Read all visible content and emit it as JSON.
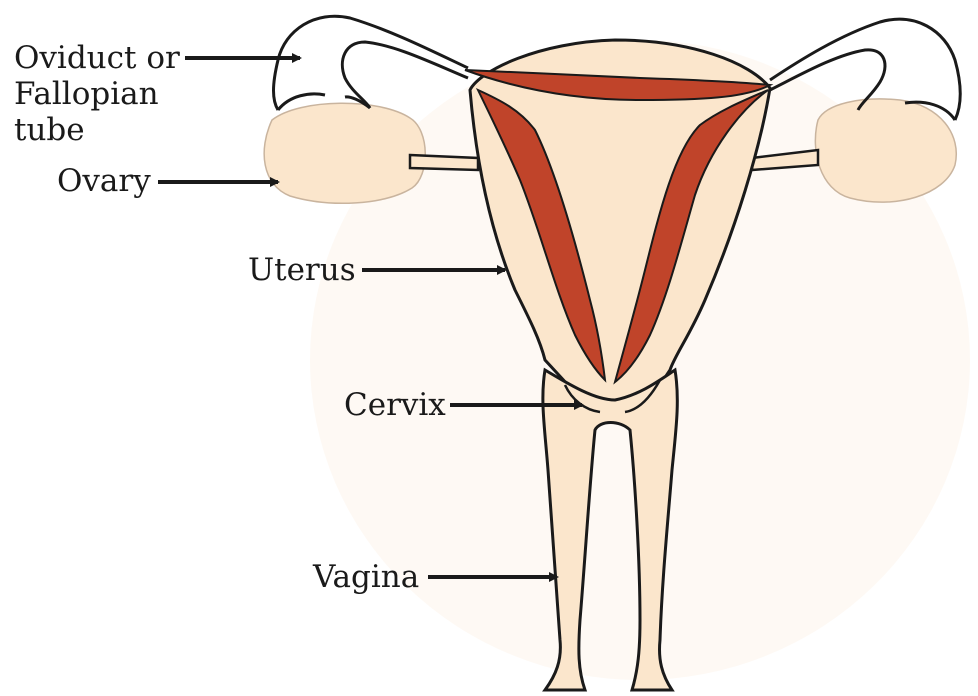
{
  "labels": {
    "oviduct": [
      "Oviduct or",
      "Fallopian",
      "tube"
    ],
    "ovary": "Ovary",
    "uterus": "Uterus",
    "cervix": "Cervix",
    "vagina": "Vagina"
  },
  "colors": {
    "tissue": "#fbe6cc",
    "tissue_light": "#fdf3e6",
    "lining": "#c0442a",
    "outline": "#1a1a1a",
    "background": "#ffffff"
  },
  "icons": {
    "pointer": "arrow-right-icon"
  }
}
